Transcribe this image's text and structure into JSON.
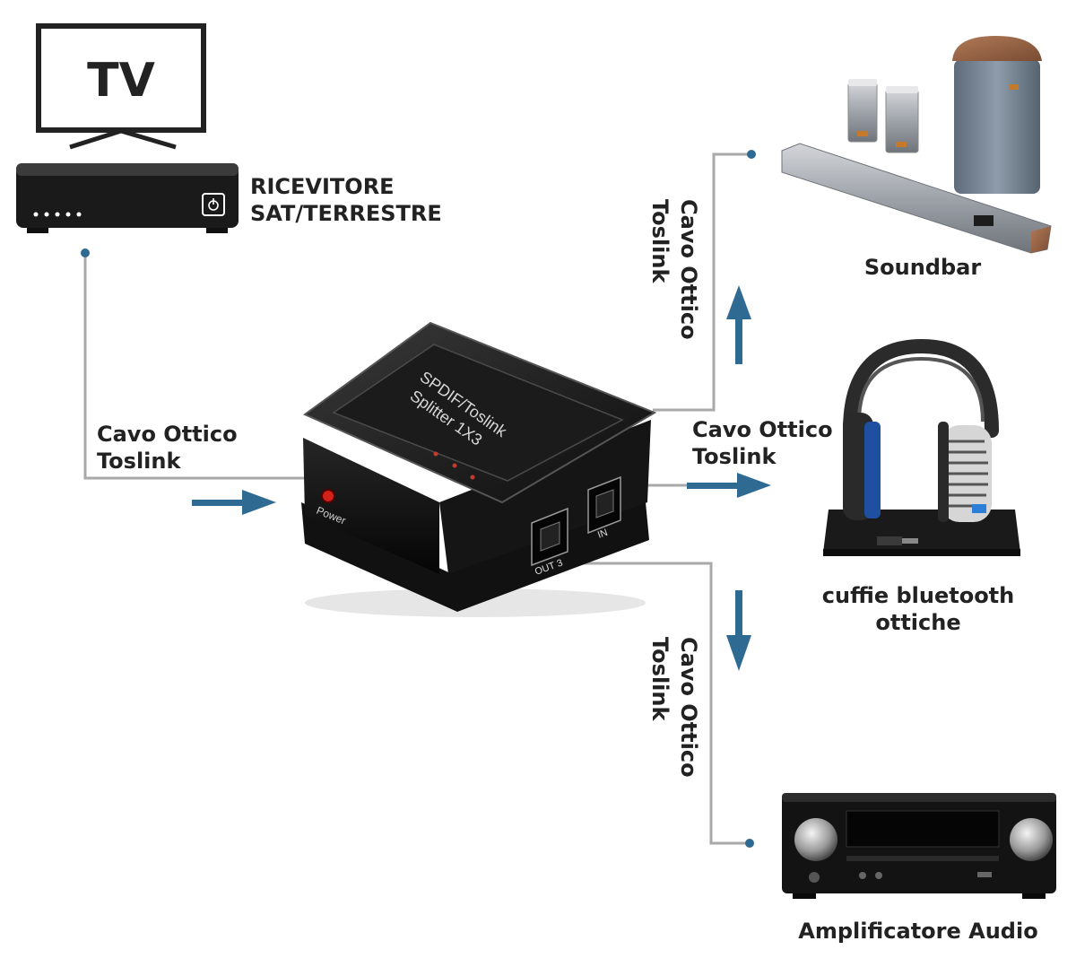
{
  "labels": {
    "tv": "TV",
    "receiver_line1": "RICEVITORE",
    "receiver_line2": "SAT/TERRESTRE",
    "cable_left_line1": "Cavo Ottico",
    "cable_left_line2": "Toslink",
    "cable_top_line1": "Cavo Ottico",
    "cable_top_line2": "Toslink",
    "cable_mid_line1": "Cavo Ottico",
    "cable_mid_line2": "Toslink",
    "cable_bottom_line1": "Cavo Ottico",
    "cable_bottom_line2": "Toslink",
    "soundbar": "Soundbar",
    "headphones_line1": "cuffie bluetooth",
    "headphones_line2": "ottiche",
    "amplifier": "Amplificatore Audio"
  },
  "device": {
    "top_line1": "SPDIF/Toslink",
    "top_line2": "Splitter 1X3",
    "power_label": "Power",
    "port_out3": "OUT 3",
    "port_in": "IN"
  },
  "colors": {
    "arrow": "#2e6a92",
    "line": "#a9a9a9",
    "device": "#1c1c1c",
    "text": "#222222"
  }
}
